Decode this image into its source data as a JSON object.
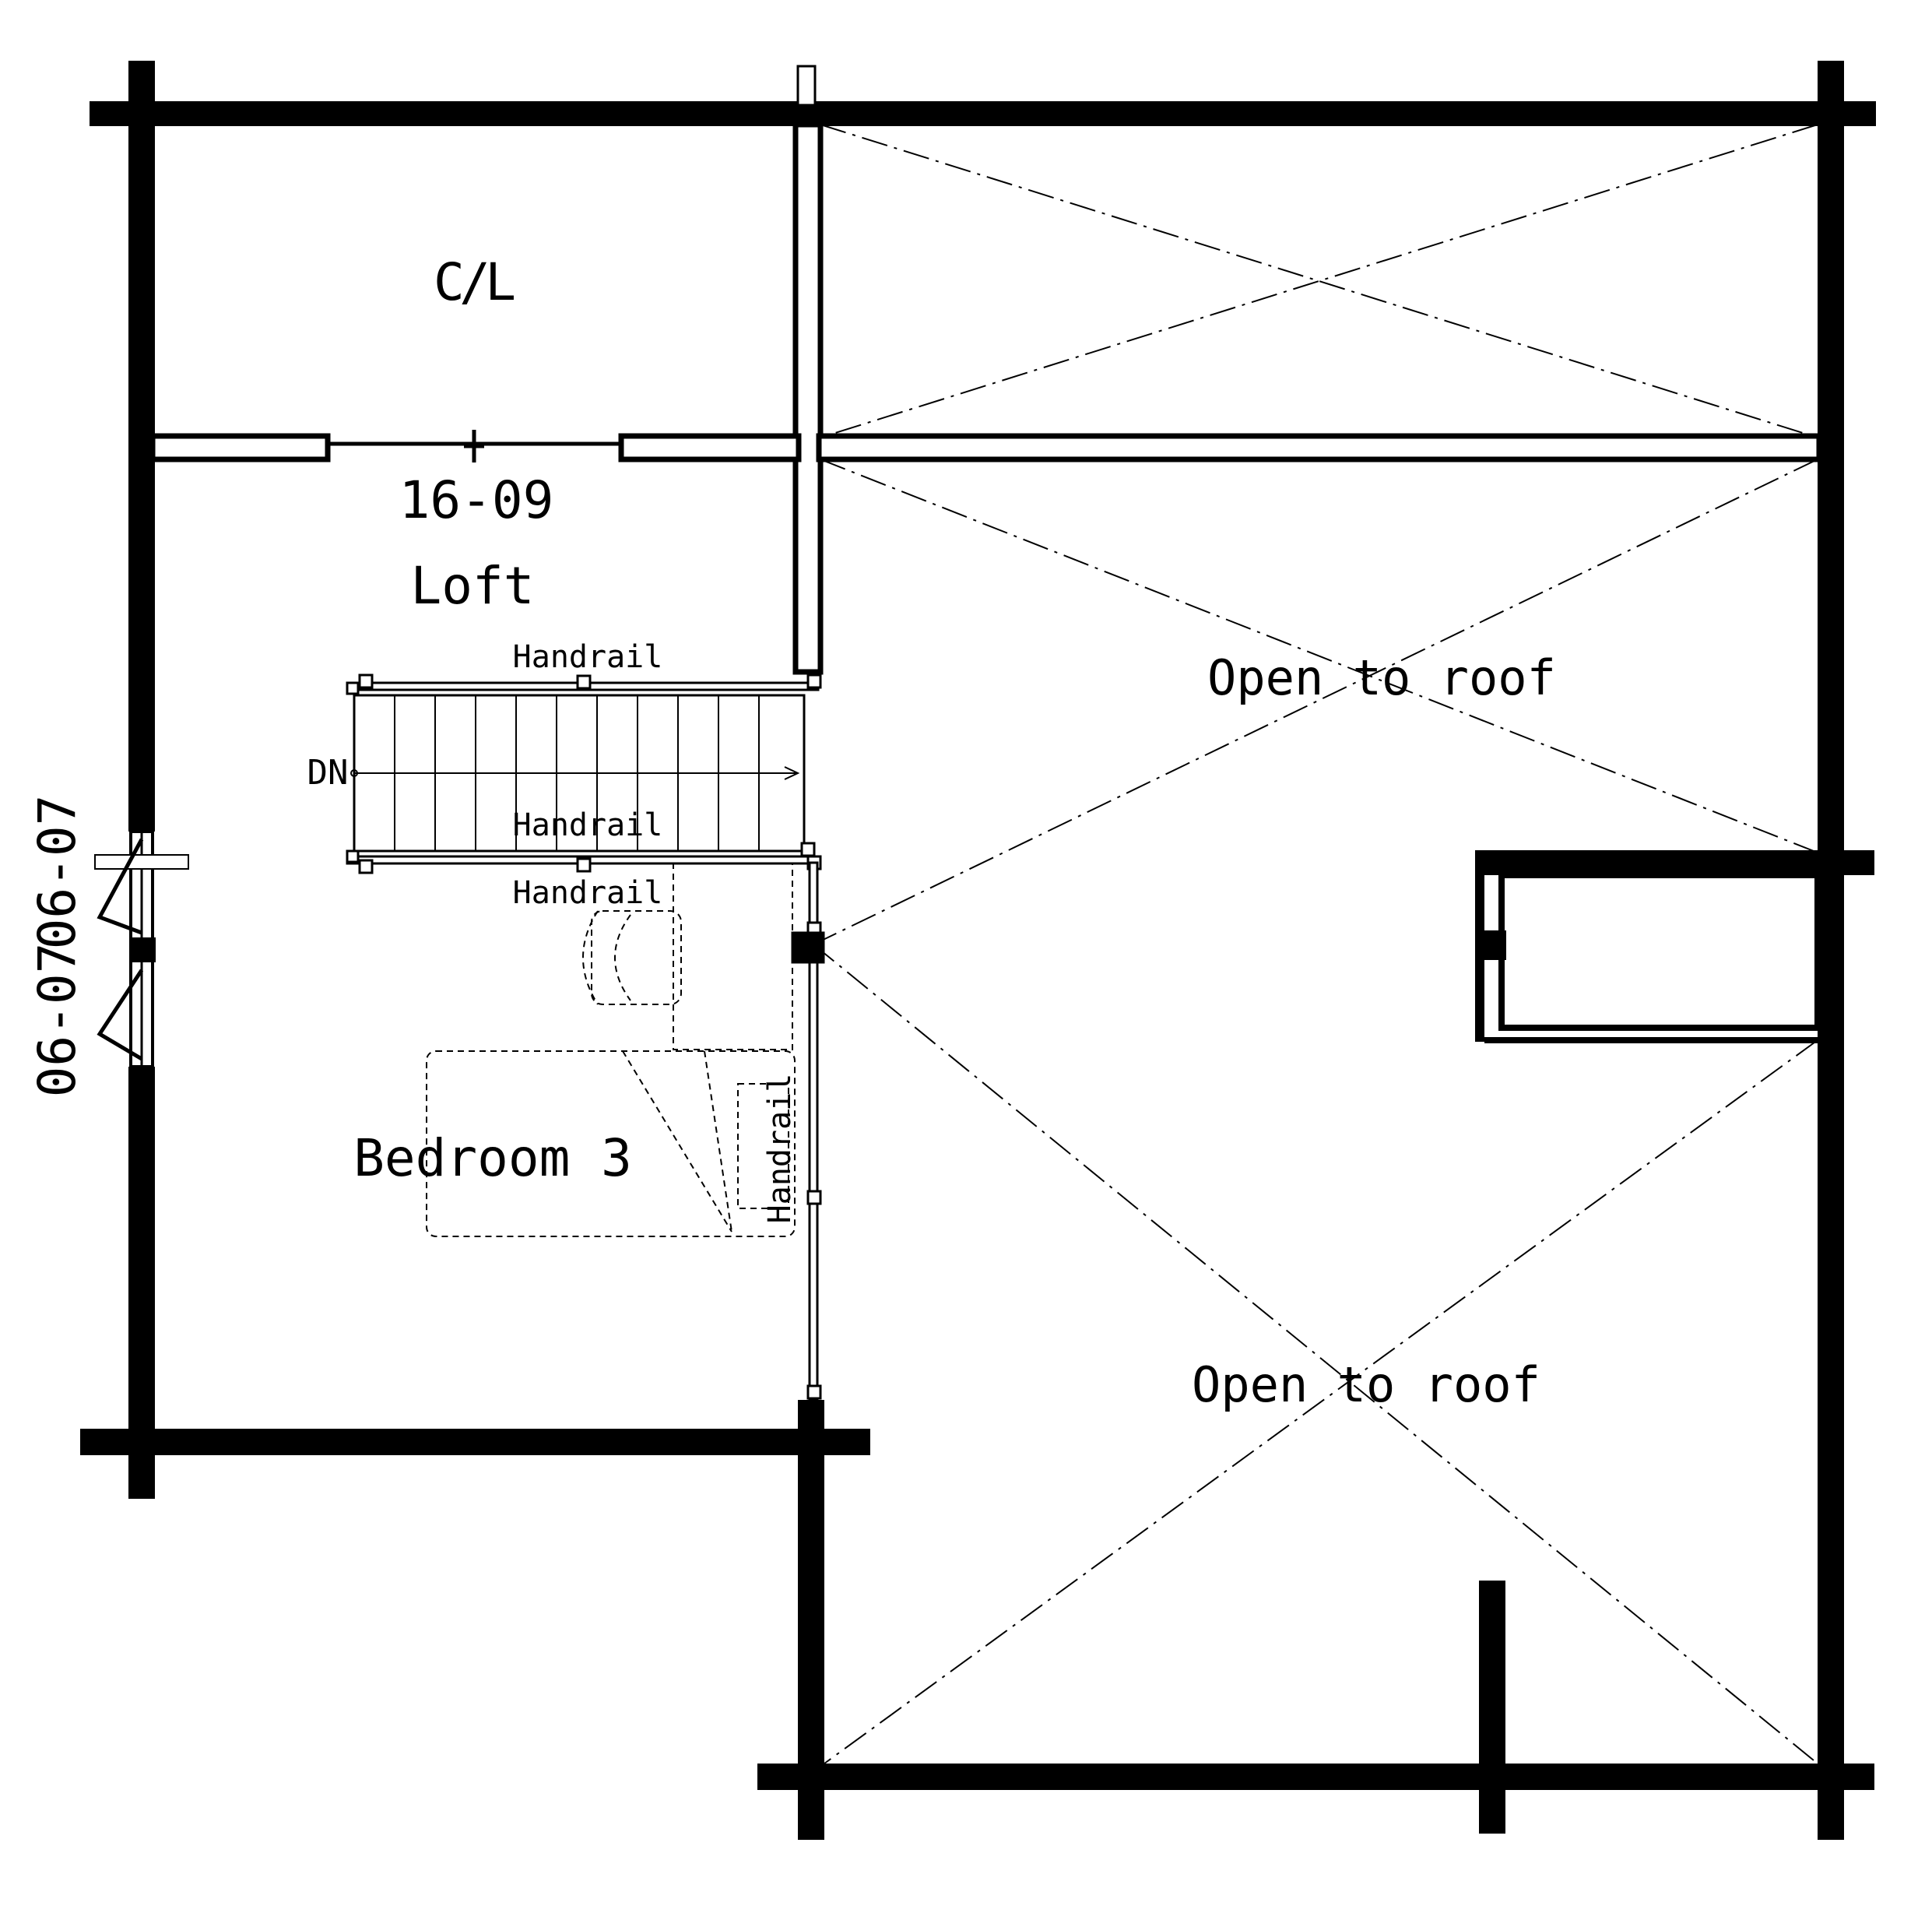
{
  "colors": {
    "ink": "#000000",
    "paper": "#ffffff"
  },
  "rooms": {
    "closet": "C/L",
    "loft_dim": "16-09",
    "loft": "Loft",
    "open1": "Open to roof",
    "open2": "Open to roof",
    "bedroom": "Bedroom 3"
  },
  "stair": {
    "direction": "DN",
    "rail_top": "Handrail",
    "rail_bottom": "Handrail"
  },
  "bedroom_furniture": {
    "rail_label": "Handrail",
    "rail_vertical": "Handrail"
  },
  "windows": {
    "dim_a": "06-07",
    "dim_b": "06-07"
  }
}
